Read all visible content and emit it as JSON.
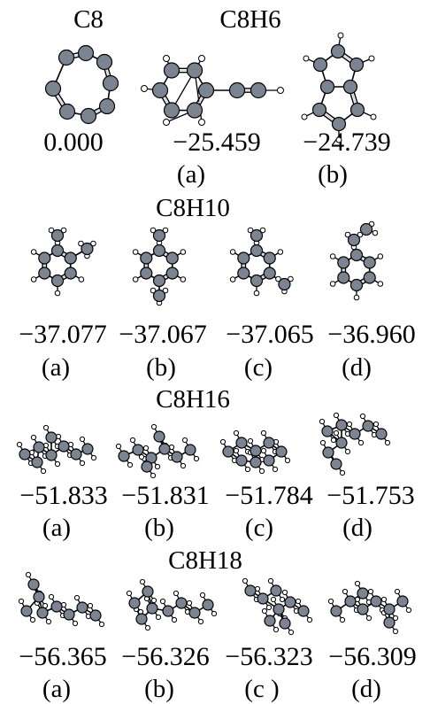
{
  "groups": [
    {
      "formula": "C8",
      "structures": [
        {
          "energy": "0.000",
          "label": ""
        }
      ]
    },
    {
      "formula": "C8H6",
      "structures": [
        {
          "energy": "−25.459",
          "label": "(a)"
        },
        {
          "energy": "−24.739",
          "label": "(b)"
        }
      ]
    },
    {
      "formula": "C8H10",
      "structures": [
        {
          "energy": "−37.077",
          "label": "(a)"
        },
        {
          "energy": "−37.067",
          "label": "(b)"
        },
        {
          "energy": "−37.065",
          "label": "(c)"
        },
        {
          "energy": "−36.960",
          "label": "(d)"
        }
      ]
    },
    {
      "formula": "C8H16",
      "structures": [
        {
          "energy": "−51.833",
          "label": "(a)"
        },
        {
          "energy": "−51.831",
          "label": "(b)"
        },
        {
          "energy": "−51.784",
          "label": "(c)"
        },
        {
          "energy": "−51.753",
          "label": "(d)"
        }
      ]
    },
    {
      "formula": "C8H18",
      "structures": [
        {
          "energy": "−56.365",
          "label": "(a)"
        },
        {
          "energy": "−56.326",
          "label": "(b)"
        },
        {
          "energy": "−56.323",
          "label": "(c )"
        },
        {
          "energy": "−56.309",
          "label": "(d)"
        }
      ]
    }
  ],
  "colors": {
    "carbon": "#7b8591",
    "hydrogen": "#ffffff",
    "bond": "#000000"
  }
}
